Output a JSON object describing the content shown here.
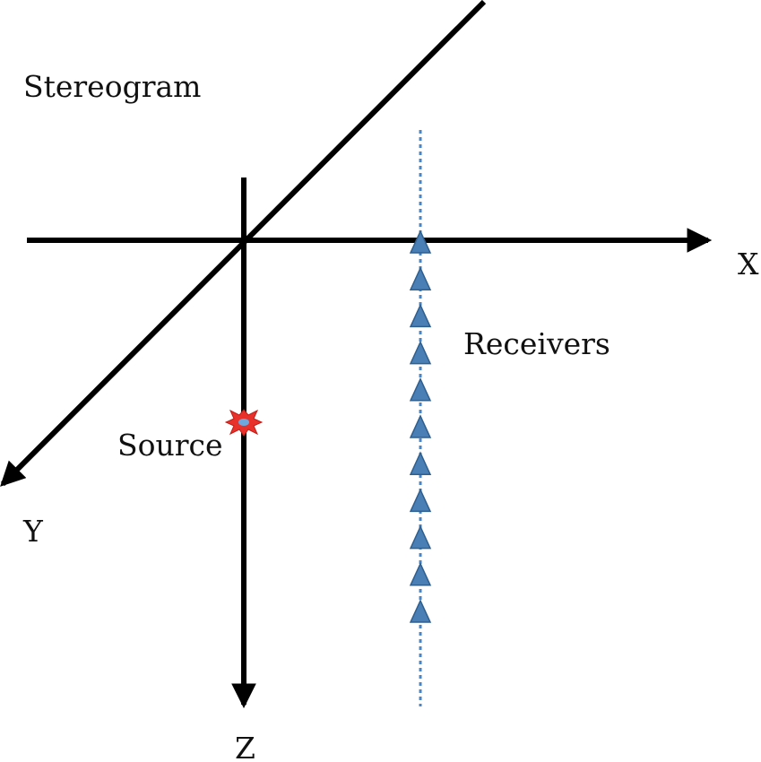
{
  "labels": {
    "title": "Stereogram",
    "x_axis": "X",
    "y_axis": "Y",
    "z_axis": "Z",
    "source": "Source",
    "receivers": "Receivers"
  },
  "receivers": {
    "count": 11
  },
  "colors": {
    "axis": "#000000",
    "receiver_fill": "#4a7fb5",
    "receiver_stroke": "#2e5f8f",
    "receiver_line": "#4a86c8",
    "source_burst": "#e8312a",
    "source_center": "#6fa8dc",
    "text": "#111111"
  },
  "icons": {
    "source": "explosion-burst-icon",
    "receiver": "triangle-receiver-icon"
  }
}
